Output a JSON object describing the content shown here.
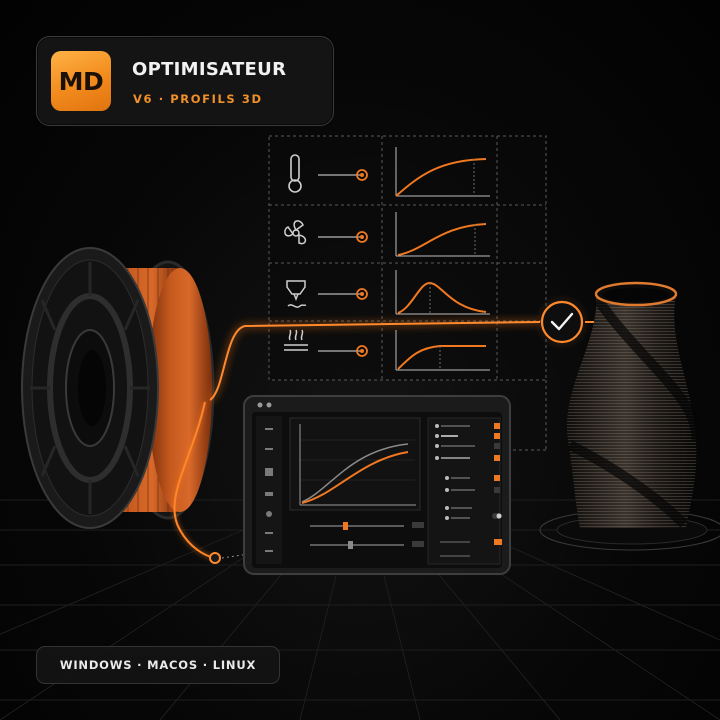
{
  "brand": {
    "logo_text": "MD",
    "title": "OPTIMISATEUR",
    "subtitle": "V6 · PROFILS 3D"
  },
  "platforms": "WINDOWS · MACOS · LINUX",
  "parameters": [
    {
      "name": "thermometer-icon",
      "slider": 0.95
    },
    {
      "name": "fan-icon",
      "slider": 0.95
    },
    {
      "name": "nozzle-icon",
      "slider": 0.95
    },
    {
      "name": "heated-bed-icon",
      "slider": 0.95
    }
  ],
  "status_icon": "check-icon",
  "colors": {
    "accent": "#f07820",
    "filament": "#c8561a",
    "logo": "#f5921e",
    "background": "#050505"
  }
}
